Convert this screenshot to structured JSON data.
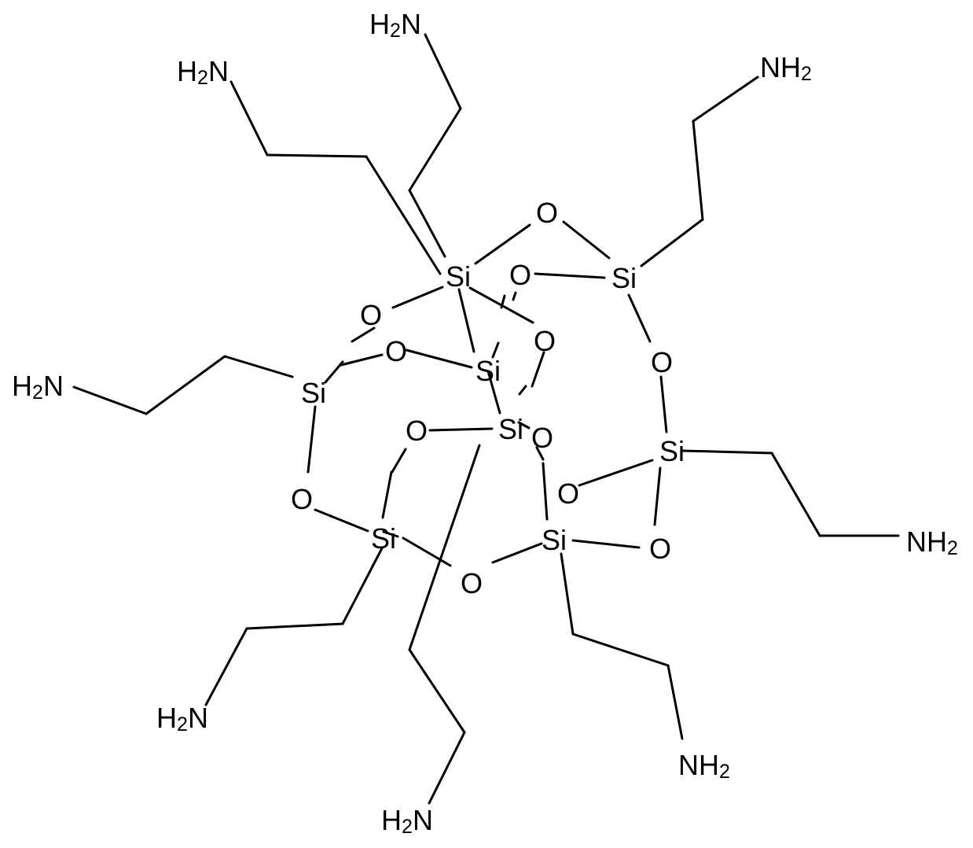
{
  "structure": {
    "silicon_label": "Si",
    "oxygen_label": "O",
    "amine_left_label": "H2N",
    "amine_right_label": "NH2",
    "amine_subscript": "2"
  },
  "colors": {
    "bond": "#000000",
    "text": "#000000",
    "background": "#ffffff"
  }
}
